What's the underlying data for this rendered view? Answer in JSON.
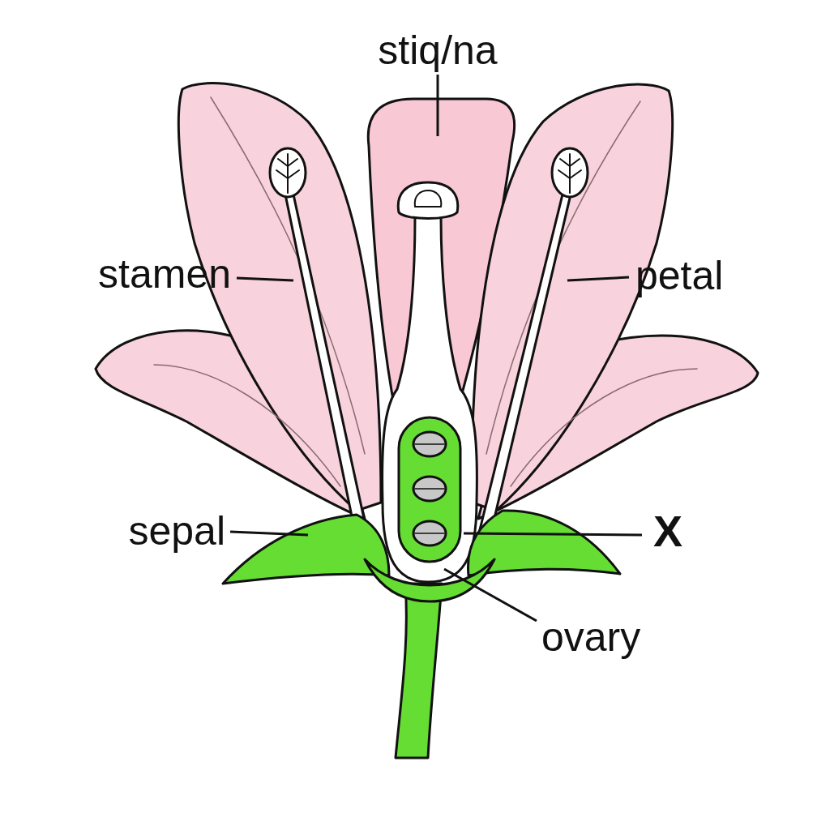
{
  "diagram": {
    "labels": [
      "stiq/na",
      "stamen",
      "petal",
      "sepal",
      "X",
      "ovary"
    ]
  }
}
